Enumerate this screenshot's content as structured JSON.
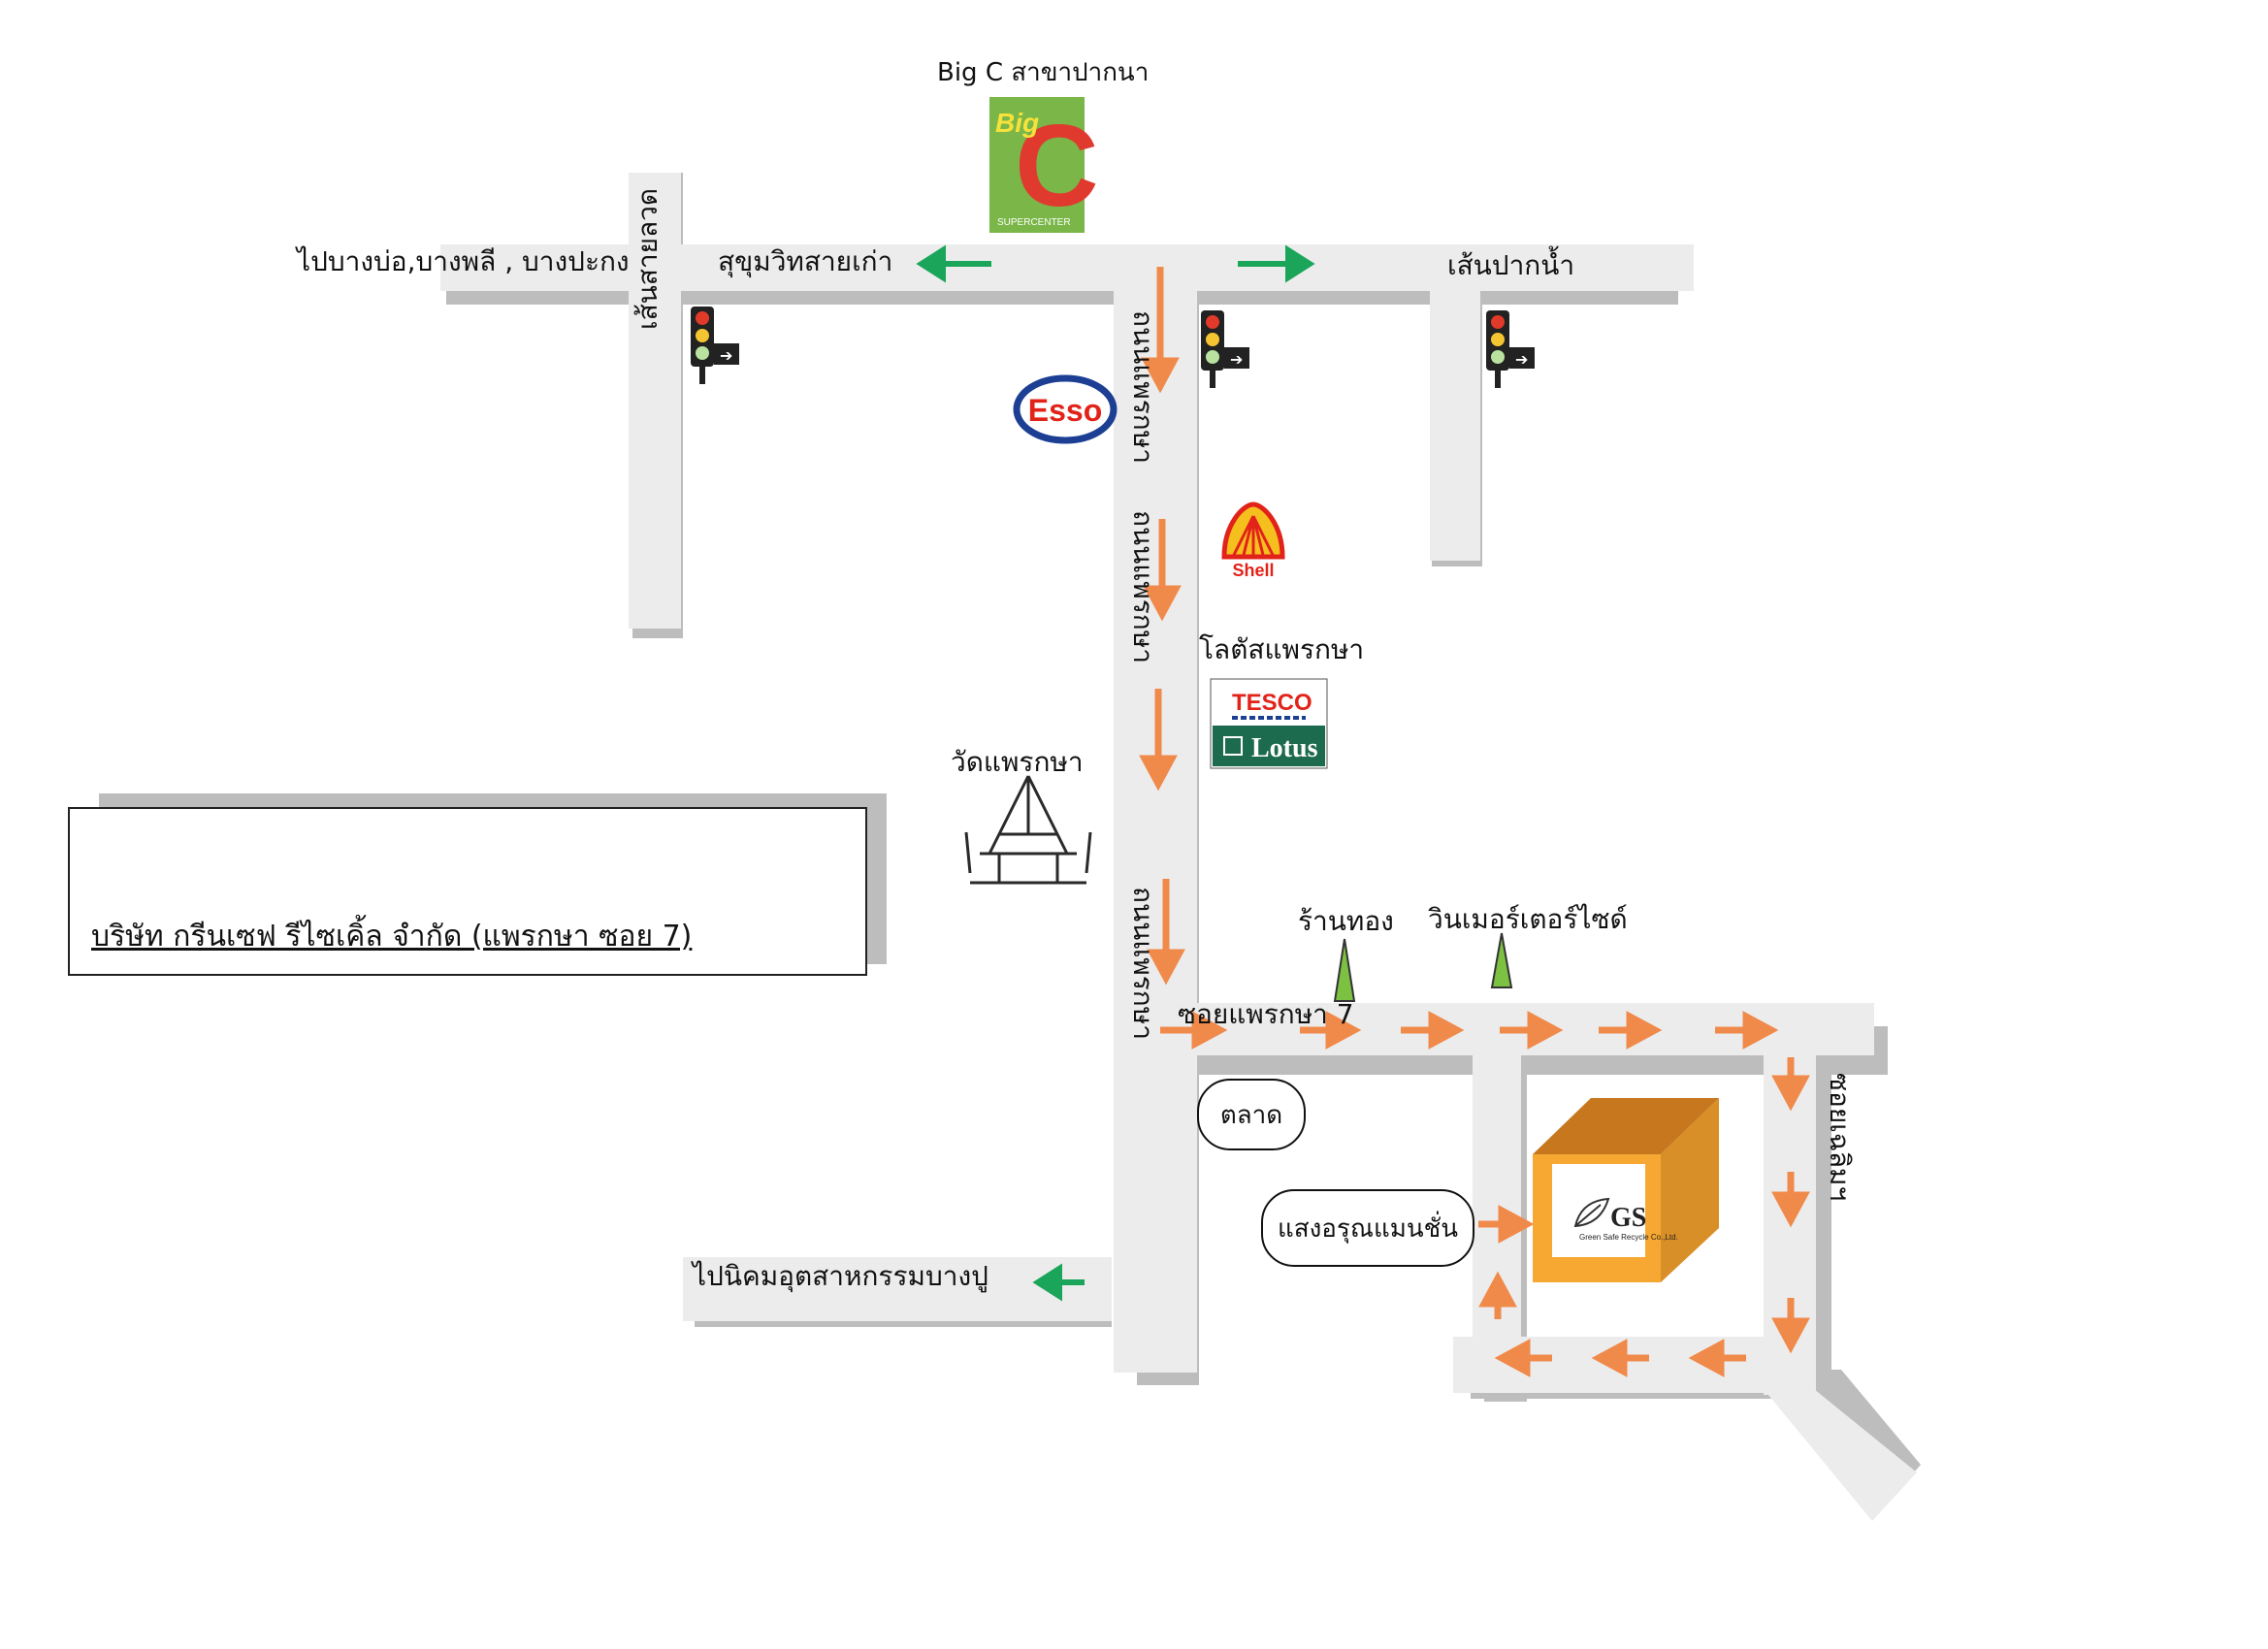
{
  "labels": {
    "bigc_branch": "Big C สาขาปากนา",
    "to_bangbo": "ไปบางบ่อ,บางพลี , บางปะกง",
    "sukhumvit_old": "สุขุมวิทสายเก่า",
    "sen_paknam": "เส้นปากน้ำ",
    "sen_sailuat": "เส้นสายลวด",
    "road_praeksa_top": "ถนนแพรกษา",
    "road_praeksa_mid": "ถนนแพรกษา",
    "road_praeksa_low": "ถนนแพรกษา",
    "lotus_praeksa": "โลตัสแพรกษา",
    "wat_praeksa": "วัดแพรกษา",
    "gold_shop": "ร้านทอง",
    "winmotor": "วินเมอร์เตอร์ไซด์",
    "soi_praeksa7": "ซอยแพรกษา 7",
    "soi_chaloem": "ซอยเฉลิมฯ",
    "market": "ตลาด",
    "mansion": "แสงอรุณแมนชั่น",
    "to_bangpoo": "ไปนิคมอุตสาหกรรมบางปู",
    "company": "บริษัท กรีนเซฟ รีไซเคิ้ล จำกัด (แพรกษา ซอย 7)"
  },
  "logos": {
    "bigc_word": "Big",
    "bigc_letter": "C",
    "bigc_sub": "SUPERCENTER",
    "esso": "Esso",
    "shell": "Shell",
    "tesco": "TESCO",
    "lotus": "Lotus",
    "gs": "GS",
    "gs_sub": "Green Safe Recycle Co.,Ltd."
  },
  "colors": {
    "road": "#ececec",
    "road_shadow": "#bdbdbd",
    "arrow_orange": "#f08a4b",
    "arrow_green": "#1aa55a",
    "building": "#f7a833",
    "bigc_green": "#7ab648",
    "bigc_red": "#e03a2f",
    "esso_blue": "#1c3f94",
    "esso_red": "#e2231a",
    "lotus_green": "#1d6b4f",
    "marker_green": "#7cc142"
  },
  "icons": [
    "traffic-light-icon",
    "temple-icon",
    "landmark-triangle-icon",
    "leaf-logo-icon"
  ]
}
